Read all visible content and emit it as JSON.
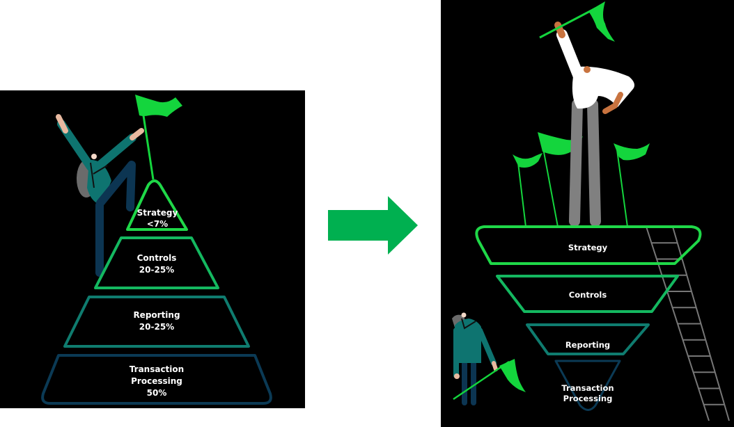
{
  "colors": {
    "background": "#000000",
    "page": "#ffffff",
    "arrow": "#00b050",
    "flag": "#14d53d",
    "tier_strategy": "#1fd848",
    "tier_controls": "#14b860",
    "tier_reporting": "#0f7c6f",
    "tier_transaction": "#0b3a55",
    "ladder": "#777777"
  },
  "before": {
    "title": "pyramid",
    "tiers": [
      {
        "name": "Strategy",
        "value": "<7%"
      },
      {
        "name": "Controls",
        "value": "20-25%"
      },
      {
        "name": "Reporting",
        "value": "20-25%"
      },
      {
        "name": "Transaction",
        "name2": "Processing",
        "value": "50%"
      }
    ]
  },
  "transition": {
    "icon": "right-arrow-icon"
  },
  "after": {
    "tiers": [
      {
        "name": "Strategy"
      },
      {
        "name": "Controls"
      },
      {
        "name": "Reporting"
      },
      {
        "name": "Transaction",
        "name2": "Processing"
      }
    ]
  }
}
